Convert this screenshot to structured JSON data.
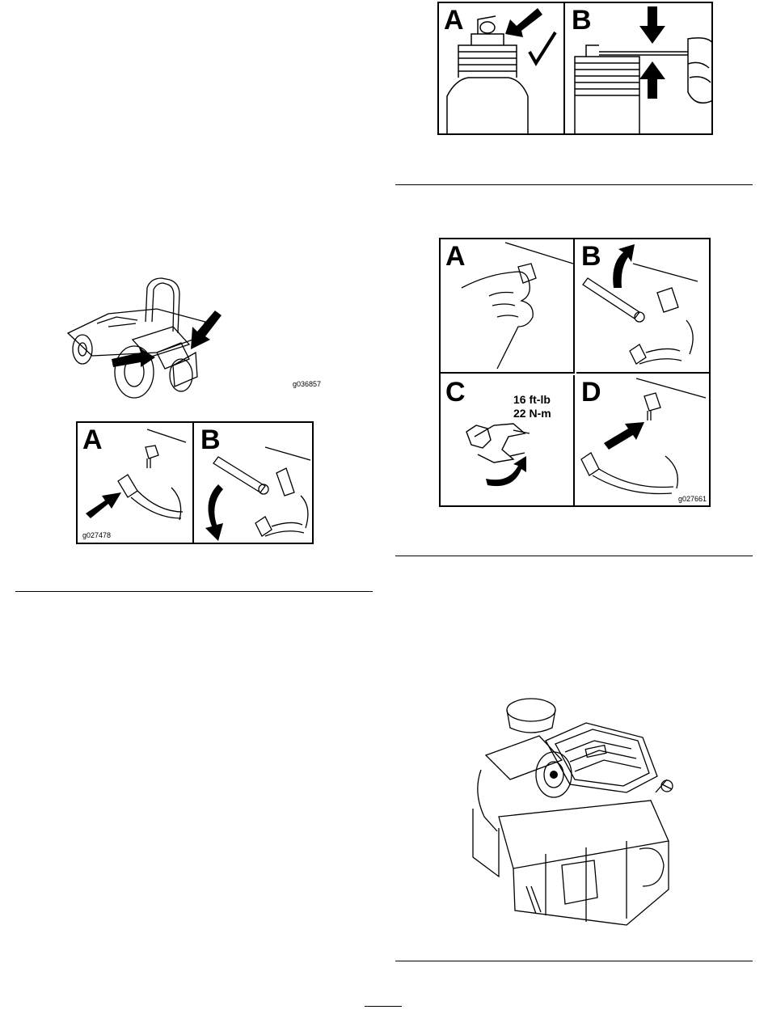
{
  "figures": {
    "mower": {
      "code": "g036857"
    },
    "disconnect": {
      "code": "g027478",
      "panels": [
        "A",
        "B"
      ]
    },
    "gap_check": {
      "panels": [
        "A",
        "B"
      ]
    },
    "install": {
      "code": "g027661",
      "panels": [
        "A",
        "B",
        "C",
        "D"
      ],
      "torque_ftlb": "16 ft-lb",
      "torque_nm": "22 N-m"
    }
  }
}
